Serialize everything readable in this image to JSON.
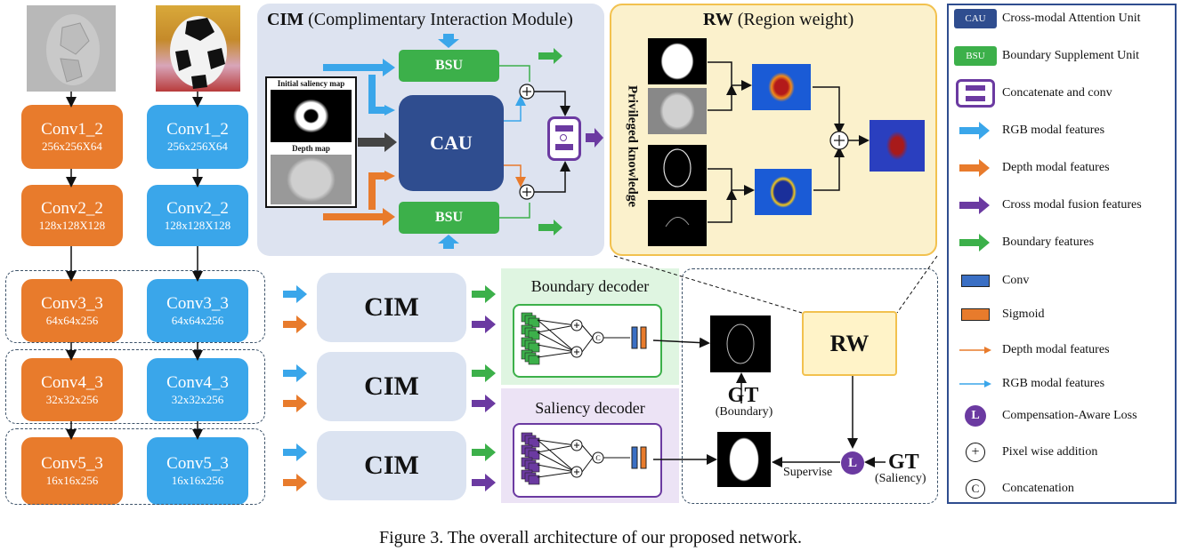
{
  "backbone": {
    "depth": [
      {
        "name": "Conv1_2",
        "size": "256x256X64"
      },
      {
        "name": "Conv2_2",
        "size": "128x128X128"
      },
      {
        "name": "Conv3_3",
        "size": "64x64x256"
      },
      {
        "name": "Conv4_3",
        "size": "32x32x256"
      },
      {
        "name": "Conv5_3",
        "size": "16x16x256"
      }
    ],
    "rgb": [
      {
        "name": "Conv1_2",
        "size": "256x256X64"
      },
      {
        "name": "Conv2_2",
        "size": "128x128X128"
      },
      {
        "name": "Conv3_3",
        "size": "64x64x256"
      },
      {
        "name": "Conv4_3",
        "size": "32x32x256"
      },
      {
        "name": "Conv5_3",
        "size": "16x16x256"
      }
    ]
  },
  "cim_label": "CIM",
  "cim_panel": {
    "title_bold": "CIM",
    "title_rest": " (Complimentary Interaction Module)",
    "bsu": "BSU",
    "cau": "CAU",
    "saliency_map": "Initial saliency map",
    "depth_map": "Depth map"
  },
  "rw_panel": {
    "title_bold": "RW",
    "title_rest": " (Region weight)",
    "side_label": "Privileged knowledge"
  },
  "decoders": {
    "boundary": "Boundary decoder",
    "saliency": "Saliency decoder",
    "concat_symbol": "C"
  },
  "outputs": {
    "rw": "RW",
    "gt": "GT",
    "gt_boundary": "(Boundary)",
    "gt_saliency": "(Saliency)",
    "supervise": "Supervise",
    "loss_symbol": "L"
  },
  "legend": [
    {
      "icon": "cau-badge",
      "badge": "CAU",
      "label": "Cross-modal Attention Unit"
    },
    {
      "icon": "bsu-badge",
      "badge": "BSU",
      "label": "Boundary Supplement Unit"
    },
    {
      "icon": "concat-conv-icon",
      "label": "Concatenate and conv"
    },
    {
      "icon": "rgb-arrow-icon",
      "label": "RGB  modal features"
    },
    {
      "icon": "depth-arrow-icon",
      "label": "Depth modal features"
    },
    {
      "icon": "fusion-arrow-icon",
      "label": "Cross modal fusion features"
    },
    {
      "icon": "boundary-arrow-icon",
      "label": "Boundary features"
    },
    {
      "icon": "conv-icon",
      "label": "Conv"
    },
    {
      "icon": "sigmoid-icon",
      "label": "Sigmoid"
    },
    {
      "icon": "thin-depth-arrow-icon",
      "label": "Depth modal features"
    },
    {
      "icon": "thin-rgb-arrow-icon",
      "label": "RGB modal features"
    },
    {
      "icon": "loss-icon",
      "badge": "L",
      "label": "Compensation-Aware Loss"
    },
    {
      "icon": "plus-icon",
      "badge": "+",
      "label": "Pixel wise addition"
    },
    {
      "icon": "concat-icon",
      "badge": "C",
      "label": "Concatenation"
    }
  ],
  "caption": "Figure 3. The overall architecture of our proposed network.",
  "colors": {
    "depth": "#e87b2c",
    "rgb": "#3aa6ea",
    "boundary": "#3cb04a",
    "fusion": "#6b3aa1",
    "cau": "#2f4d8f",
    "cim_panel": "#dde3f0",
    "rw_panel": "#fbf1cc",
    "rw_border": "#f2c14e",
    "boundary_bg": "#dff5e1",
    "saliency_bg": "#ece3f5"
  }
}
